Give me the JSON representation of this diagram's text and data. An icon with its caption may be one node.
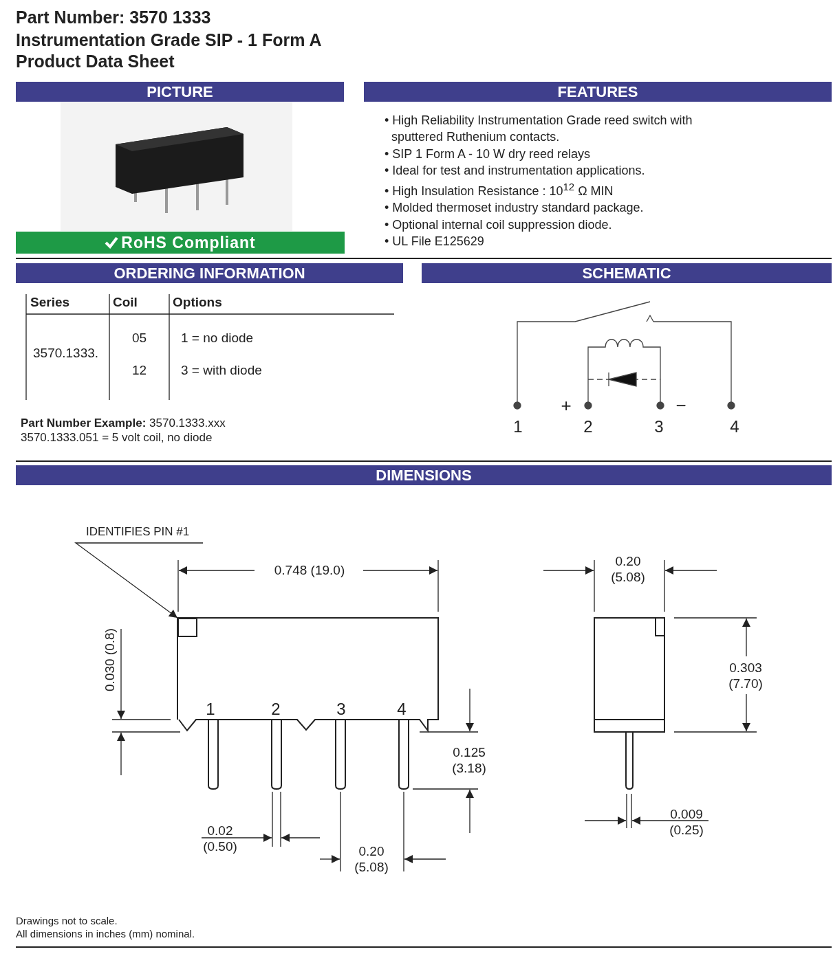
{
  "diagram": {
    "title": "Part Number: 3570 1333",
    "nodes": [
      {
        "text": [
          "PICTURE"
        ]
      },
      {
        "text": [
          "FEATURES"
        ]
      },
      {
        "text": [
          "RoHS Compliant"
        ]
      },
      {
        "text": [
          "ORDERING INFORMATION"
        ]
      },
      {
        "text": [
          "SCHEMATIC"
        ]
      },
      {
        "text": [
          "DIMENSIONS"
        ]
      },
      {
        "text": [
          "IDENTIFIES PIN #1"
        ]
      },
      {
        "text": [],
        "shape": "box"
      }
    ],
    "edges": [
      {
        "from": 6,
        "to": 7,
        "arrow": "to"
      }
    ],
    "labels": [
      "Instrumentation Grade SIP - 1 Form A",
      "Product Data Sheet",
      "• High Reliability Instrumentation Grade reed switch with sputtered Ruthenium contacts.",
      "• SIP 1 Form A - 10 W dry reed relays",
      "• Ideal for test and instrumentation applications.",
      "• High Insulation Resistance : 10$^{12}$ Ω MIN",
      "• Molded thermoset industry standard package.",
      "• Optional internal coil suppression diode.",
      "• UL File E125629",
      "Series",
      "Coil",
      "Options",
      "3570.1333.",
      "05",
      "1 = no diode",
      "12",
      "3 = with diode",
      "**Part Number Example:** 3570.1333.xxx",
      "3570.1333.051 = 5 volt coil, no diode",
      "+",
      "−",
      "1",
      "2",
      "3",
      "4",
      "0.748 (19.0)",
      "0.20 (5.08)",
      "0.030 (0.8)",
      "1",
      "2",
      "3",
      "4",
      "0.303 (7.70)",
      "0.125 (3.18)",
      "0.009 (0.25)",
      "0.02 (0.50)",
      "0.20 (5.08)",
      "Drawings not to scale.",
      "All dimensions in inches (mm) nominal."
    ]
  }
}
